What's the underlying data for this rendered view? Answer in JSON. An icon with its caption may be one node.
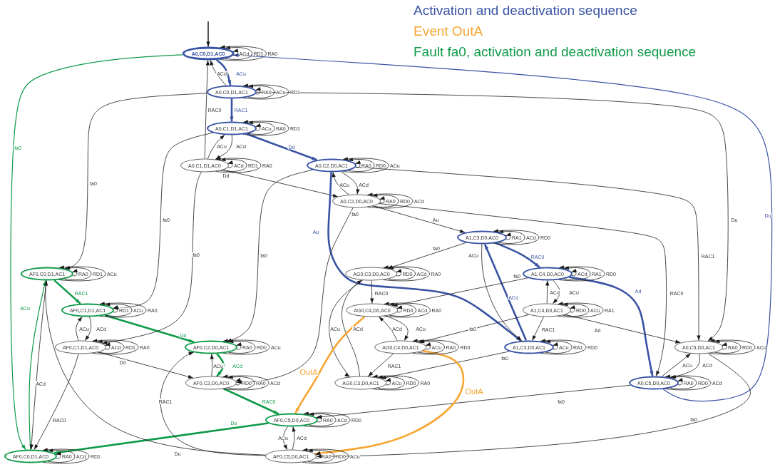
{
  "diagram": {
    "nodes": [
      {
        "text": [
          "A0,C0,D1,AC0"
        ]
      },
      {
        "text": [
          "A0,C0,D1,AC1"
        ]
      },
      {
        "text": [
          "A0,C1,D1,AC1"
        ]
      },
      {
        "text": [
          "A0,C1,D1,AC0"
        ]
      },
      {
        "text": [
          "A0,C2,D0,AC1"
        ]
      },
      {
        "text": [
          "A0,C2,D0,AC0"
        ]
      },
      {
        "text": [
          "A1,C3,D0,AC0"
        ]
      },
      {
        "text": [
          "AF0,C0,D1,AC1"
        ]
      },
      {
        "text": [
          "A1,C4,D0,AC0"
        ]
      },
      {
        "text": [
          "AG0,C3,D0,AC0"
        ]
      },
      {
        "text": [
          "AF0,C1,D1,AC1"
        ]
      },
      {
        "text": [
          "AG0,C4,D0,AC0"
        ]
      },
      {
        "text": [
          "A1,C4,D0,AC1"
        ]
      },
      {
        "text": [
          "AF0,C1,D1,AC0"
        ]
      },
      {
        "text": [
          "AF0,C2,D0,AC1"
        ]
      },
      {
        "text": [
          "AG0,C4,D0,AC1"
        ]
      },
      {
        "text": [
          "A1,C3,D0,AC1"
        ]
      },
      {
        "text": [
          "A0,C5,D0,AC1"
        ]
      },
      {
        "text": [
          "AF0,C2,D0,AC0"
        ]
      },
      {
        "text": [
          "AG0,C3,D0,AC1"
        ]
      },
      {
        "text": [
          "A0,C5,D0,AC0"
        ]
      },
      {
        "text": [
          "AF0,C5,D0,AC0"
        ]
      },
      {
        "text": [
          "AF0,C0,D1,AC0"
        ]
      },
      {
        "text": [
          "AF0,C5,D0,AC1"
        ]
      }
    ],
    "edges": [
      {
        "from": null,
        "to": 0,
        "arrow": "to"
      },
      {
        "from": 0,
        "to": 1,
        "arrow": "to",
        "label": "ACu",
        "style": "thick",
        "color": "#3953a4"
      },
      {
        "from": 1,
        "to": 0,
        "arrow": "to",
        "label": "ACd"
      },
      {
        "from": 1,
        "to": 2,
        "arrow": "to",
        "label": "RAC1",
        "style": "thick",
        "color": "#3953a4"
      },
      {
        "from": 3,
        "to": 0,
        "arrow": "to",
        "label": "RAC0"
      },
      {
        "from": 3,
        "to": 2,
        "arrow": "to",
        "label": "ACu"
      },
      {
        "from": 2,
        "to": 3,
        "arrow": "to",
        "label": "ACd"
      },
      {
        "from": 2,
        "to": 4,
        "arrow": "to",
        "label": "Dd",
        "style": "thick",
        "color": "#3953a4"
      },
      {
        "from": 3,
        "to": 5,
        "arrow": "to",
        "label": "Dd"
      },
      {
        "from": 4,
        "to": 5,
        "arrow": "to",
        "label": "ACd"
      },
      {
        "from": 5,
        "to": 4,
        "arrow": "to",
        "label": "ACu"
      },
      {
        "from": 20,
        "to": 0,
        "arrow": "to",
        "label": "Du",
        "color": "#3953a4"
      },
      {
        "from": 4,
        "to": 16,
        "arrow": "to",
        "label": "Au",
        "style": "thick",
        "color": "#3953a4"
      },
      {
        "from": 16,
        "to": 6,
        "arrow": "to",
        "label": "ACd",
        "style": "thick",
        "color": "#3953a4"
      },
      {
        "from": 6,
        "to": 8,
        "arrow": "to",
        "label": "RAC0",
        "style": "thick",
        "color": "#3953a4"
      },
      {
        "from": 8,
        "to": 20,
        "arrow": "to",
        "label": "Ad",
        "style": "thick",
        "color": "#3953a4"
      },
      {
        "from": 5,
        "to": 6,
        "arrow": "to",
        "label": "Au"
      },
      {
        "from": 6,
        "to": 16,
        "arrow": "to",
        "label": "ACu"
      },
      {
        "from": 12,
        "to": 8,
        "arrow": "to",
        "label": "ACd"
      },
      {
        "from": 8,
        "to": 12,
        "arrow": "to",
        "label": "ACu"
      },
      {
        "from": 12,
        "to": 16,
        "arrow": "to",
        "label": "RAC1"
      },
      {
        "from": 12,
        "to": 17,
        "arrow": "to",
        "label": "Ad"
      },
      {
        "from": 20,
        "to": 17,
        "arrow": "to",
        "label": "ACu"
      },
      {
        "from": 17,
        "to": 20,
        "arrow": "to",
        "label": "ACd"
      },
      {
        "from": 1,
        "to": 17,
        "arrow": "to",
        "label": "Du"
      },
      {
        "from": 4,
        "to": 17,
        "arrow": "to",
        "label": "RAC1"
      },
      {
        "from": 5,
        "to": 20,
        "arrow": "to",
        "label": "RAC0"
      },
      {
        "from": 0,
        "to": 22,
        "arrow": "to",
        "label": "fa0",
        "color": "#0e9a48"
      },
      {
        "from": 22,
        "to": 7,
        "arrow": "to",
        "label": "ACu",
        "color": "#0e9a48"
      },
      {
        "from": 7,
        "to": 22,
        "arrow": "to",
        "label": "ACd"
      },
      {
        "from": 7,
        "to": 10,
        "arrow": "to",
        "label": "RAC1",
        "style": "thick",
        "color": "#0e9a48"
      },
      {
        "from": 10,
        "to": 14,
        "arrow": "to",
        "label": "Dd",
        "style": "thick",
        "color": "#0e9a48"
      },
      {
        "from": 14,
        "to": 18,
        "arrow": "to",
        "label": "ACd",
        "style": "thick",
        "color": "#0e9a48"
      },
      {
        "from": 18,
        "to": 14,
        "arrow": "to",
        "label": "ACu"
      },
      {
        "from": 18,
        "to": 21,
        "arrow": "to",
        "label": "RAC0",
        "style": "thick",
        "color": "#0e9a48"
      },
      {
        "from": 21,
        "to": 22,
        "arrow": "to",
        "label": "Du",
        "style": "thick",
        "color": "#0e9a48"
      },
      {
        "from": 10,
        "to": 13,
        "arrow": "to",
        "label": "ACd"
      },
      {
        "from": 13,
        "to": 10,
        "arrow": "to",
        "label": "ACu"
      },
      {
        "from": 13,
        "to": 18,
        "arrow": "to",
        "label": "Dd"
      },
      {
        "from": 13,
        "to": 22,
        "arrow": "to",
        "label": "RAC0"
      },
      {
        "from": 23,
        "to": 7,
        "arrow": "to",
        "label": "Du"
      },
      {
        "from": 23,
        "to": 14,
        "arrow": "to",
        "label": "RAC1"
      },
      {
        "from": 21,
        "to": 23,
        "arrow": "to",
        "label": "ACu"
      },
      {
        "from": 23,
        "to": 21,
        "arrow": "to",
        "label": "ACd"
      },
      {
        "from": 1,
        "to": 7,
        "arrow": "to",
        "label": "fa0"
      },
      {
        "from": 2,
        "to": 10,
        "arrow": "to",
        "label": "fa0"
      },
      {
        "from": 3,
        "to": 13,
        "arrow": "to",
        "label": "fa0"
      },
      {
        "from": 4,
        "to": 14,
        "arrow": "to",
        "label": "fa0"
      },
      {
        "from": 5,
        "to": 18,
        "arrow": "to",
        "label": "fa0"
      },
      {
        "from": 6,
        "to": 9,
        "arrow": "to",
        "label": "fa0"
      },
      {
        "from": 8,
        "to": 11,
        "arrow": "to",
        "label": "fa0"
      },
      {
        "from": 12,
        "to": 15,
        "arrow": "to",
        "label": "fa0"
      },
      {
        "from": 16,
        "to": 19,
        "arrow": "to",
        "label": "fa0"
      },
      {
        "from": 20,
        "to": 21,
        "arrow": "to",
        "label": "fa0"
      },
      {
        "from": 17,
        "to": 23,
        "arrow": "to",
        "label": "fa0"
      },
      {
        "from": 9,
        "to": 11,
        "arrow": "to",
        "label": "RAC0"
      },
      {
        "from": 11,
        "to": 15,
        "arrow": "to",
        "label": "ACu"
      },
      {
        "from": 15,
        "to": 11,
        "arrow": "to",
        "label": "ACd"
      },
      {
        "from": 15,
        "to": 19,
        "arrow": "to",
        "label": "RAC1"
      },
      {
        "from": 9,
        "to": 19,
        "arrow": "to",
        "label": "ACu"
      },
      {
        "from": 19,
        "to": 9,
        "arrow": "to",
        "label": "ACd"
      },
      {
        "from": 11,
        "to": 21,
        "arrow": "to",
        "label": "OutA",
        "style": "thick",
        "color": "#f7a531"
      },
      {
        "from": 15,
        "to": 23,
        "arrow": "to",
        "label": "OutA",
        "style": "thick",
        "color": "#f7a531"
      },
      {
        "from": 0,
        "to": 0,
        "arrow": "to",
        "label": "ACd"
      },
      {
        "from": 0,
        "to": 0,
        "arrow": "to",
        "label": "RD1"
      },
      {
        "from": 0,
        "to": 0,
        "arrow": "to",
        "label": "RA0"
      },
      {
        "from": 1,
        "to": 1,
        "arrow": "to",
        "label": "RA0"
      },
      {
        "from": 1,
        "to": 1,
        "arrow": "to",
        "label": "ACu"
      },
      {
        "from": 1,
        "to": 1,
        "arrow": "to",
        "label": "RD1"
      },
      {
        "from": 2,
        "to": 2,
        "arrow": "to",
        "label": "ACu"
      },
      {
        "from": 2,
        "to": 2,
        "arrow": "to",
        "label": "RA0"
      },
      {
        "from": 2,
        "to": 2,
        "arrow": "to",
        "label": "RD1"
      },
      {
        "from": 3,
        "to": 3,
        "arrow": "to",
        "label": "ACd"
      },
      {
        "from": 3,
        "to": 3,
        "arrow": "to",
        "label": "RD1"
      },
      {
        "from": 3,
        "to": 3,
        "arrow": "to",
        "label": "RA0"
      },
      {
        "from": 4,
        "to": 4,
        "arrow": "to",
        "label": "RA0"
      },
      {
        "from": 4,
        "to": 4,
        "arrow": "to",
        "label": "RD0"
      },
      {
        "from": 4,
        "to": 4,
        "arrow": "to",
        "label": "ACu"
      },
      {
        "from": 5,
        "to": 5,
        "arrow": "to",
        "label": "RA0"
      },
      {
        "from": 5,
        "to": 5,
        "arrow": "to",
        "label": "RD0"
      },
      {
        "from": 5,
        "to": 5,
        "arrow": "to",
        "label": "ACd"
      },
      {
        "from": 6,
        "to": 6,
        "arrow": "to",
        "label": "RA1"
      },
      {
        "from": 6,
        "to": 6,
        "arrow": "to",
        "label": "ACd"
      },
      {
        "from": 6,
        "to": 6,
        "arrow": "to",
        "label": "RD0"
      },
      {
        "from": 7,
        "to": 7,
        "arrow": "to",
        "label": "RA0"
      },
      {
        "from": 7,
        "to": 7,
        "arrow": "to",
        "label": "RD1"
      },
      {
        "from": 7,
        "to": 7,
        "arrow": "to",
        "label": "ACu"
      },
      {
        "from": 8,
        "to": 8,
        "arrow": "to",
        "label": "ACd"
      },
      {
        "from": 8,
        "to": 8,
        "arrow": "to",
        "label": "RA1"
      },
      {
        "from": 8,
        "to": 8,
        "arrow": "to",
        "label": "RD0"
      },
      {
        "from": 9,
        "to": 9,
        "arrow": "to",
        "label": "RD0"
      },
      {
        "from": 9,
        "to": 9,
        "arrow": "to",
        "label": "ACd"
      },
      {
        "from": 9,
        "to": 9,
        "arrow": "to",
        "label": "RA0"
      },
      {
        "from": 10,
        "to": 10,
        "arrow": "to",
        "label": "RD1"
      },
      {
        "from": 10,
        "to": 10,
        "arrow": "to",
        "label": "ACu"
      },
      {
        "from": 10,
        "to": 10,
        "arrow": "to",
        "label": "RA0"
      },
      {
        "from": 11,
        "to": 11,
        "arrow": "to",
        "label": "RD0"
      },
      {
        "from": 11,
        "to": 11,
        "arrow": "to",
        "label": "ACd"
      },
      {
        "from": 11,
        "to": 11,
        "arrow": "to",
        "label": "RA0"
      },
      {
        "from": 12,
        "to": 12,
        "arrow": "to",
        "label": "RD0"
      },
      {
        "from": 12,
        "to": 12,
        "arrow": "to",
        "label": "ACu"
      },
      {
        "from": 12,
        "to": 12,
        "arrow": "to",
        "label": "RA1"
      },
      {
        "from": 13,
        "to": 13,
        "arrow": "to",
        "label": "ACd"
      },
      {
        "from": 13,
        "to": 13,
        "arrow": "to",
        "label": "RD1"
      },
      {
        "from": 13,
        "to": 13,
        "arrow": "to",
        "label": "RA0"
      },
      {
        "from": 14,
        "to": 14,
        "arrow": "to",
        "label": "RA0"
      },
      {
        "from": 14,
        "to": 14,
        "arrow": "to",
        "label": "RD0"
      },
      {
        "from": 14,
        "to": 14,
        "arrow": "to",
        "label": "ACu"
      },
      {
        "from": 15,
        "to": 15,
        "arrow": "to",
        "label": "ACu"
      },
      {
        "from": 15,
        "to": 15,
        "arrow": "to",
        "label": "RA0"
      },
      {
        "from": 15,
        "to": 15,
        "arrow": "to",
        "label": "RD0"
      },
      {
        "from": 16,
        "to": 16,
        "arrow": "to",
        "label": "ACu"
      },
      {
        "from": 16,
        "to": 16,
        "arrow": "to",
        "label": "RA1"
      },
      {
        "from": 16,
        "to": 16,
        "arrow": "to",
        "label": "RD0"
      },
      {
        "from": 17,
        "to": 17,
        "arrow": "to",
        "label": "RA0"
      },
      {
        "from": 17,
        "to": 17,
        "arrow": "to",
        "label": "RD0"
      },
      {
        "from": 17,
        "to": 17,
        "arrow": "to",
        "label": "ACu"
      },
      {
        "from": 18,
        "to": 18,
        "arrow": "to",
        "label": "RD0"
      },
      {
        "from": 18,
        "to": 18,
        "arrow": "to",
        "label": "RA0"
      },
      {
        "from": 18,
        "to": 18,
        "arrow": "to",
        "label": "ACd"
      },
      {
        "from": 19,
        "to": 19,
        "arrow": "to",
        "label": "ACu"
      },
      {
        "from": 19,
        "to": 19,
        "arrow": "to",
        "label": "RD0"
      },
      {
        "from": 19,
        "to": 19,
        "arrow": "to",
        "label": "RA0"
      },
      {
        "from": 20,
        "to": 20,
        "arrow": "to",
        "label": "RA0"
      },
      {
        "from": 20,
        "to": 20,
        "arrow": "to",
        "label": "RD0"
      },
      {
        "from": 20,
        "to": 20,
        "arrow": "to",
        "label": "ACd"
      },
      {
        "from": 21,
        "to": 21,
        "arrow": "to",
        "label": "RA0"
      },
      {
        "from": 21,
        "to": 21,
        "arrow": "to",
        "label": "ACd"
      },
      {
        "from": 21,
        "to": 21,
        "arrow": "to",
        "label": "RD0"
      },
      {
        "from": 22,
        "to": 22,
        "arrow": "to",
        "label": "RA0"
      },
      {
        "from": 22,
        "to": 22,
        "arrow": "to",
        "label": "ACd"
      },
      {
        "from": 22,
        "to": 22,
        "arrow": "to",
        "label": "RD1"
      },
      {
        "from": 23,
        "to": 23,
        "arrow": "to",
        "label": "RA0"
      },
      {
        "from": 23,
        "to": 23,
        "arrow": "to",
        "label": "RD0"
      },
      {
        "from": 23,
        "to": 23,
        "arrow": "to",
        "label": "ACu"
      }
    ],
    "legend": [
      {
        "text": "Activation and deactivation sequence",
        "color": "#3953a4"
      },
      {
        "text": "Event OutA",
        "color": "#f7a531"
      },
      {
        "text": "Fault fa0, activation and deactivation sequence",
        "color": "#0e9a48"
      }
    ]
  }
}
